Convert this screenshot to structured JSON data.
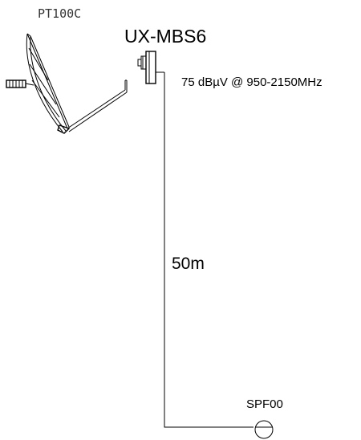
{
  "antenna": {
    "label": "PT100C"
  },
  "multiswitch": {
    "label": "UX-MBS6"
  },
  "signal_level": {
    "label": "75 dBµV @ 950-2150MHz"
  },
  "cable": {
    "length_label": "50m"
  },
  "terminal": {
    "label": "SPF00"
  },
  "colors": {
    "line": "#000000",
    "background": "#ffffff"
  }
}
